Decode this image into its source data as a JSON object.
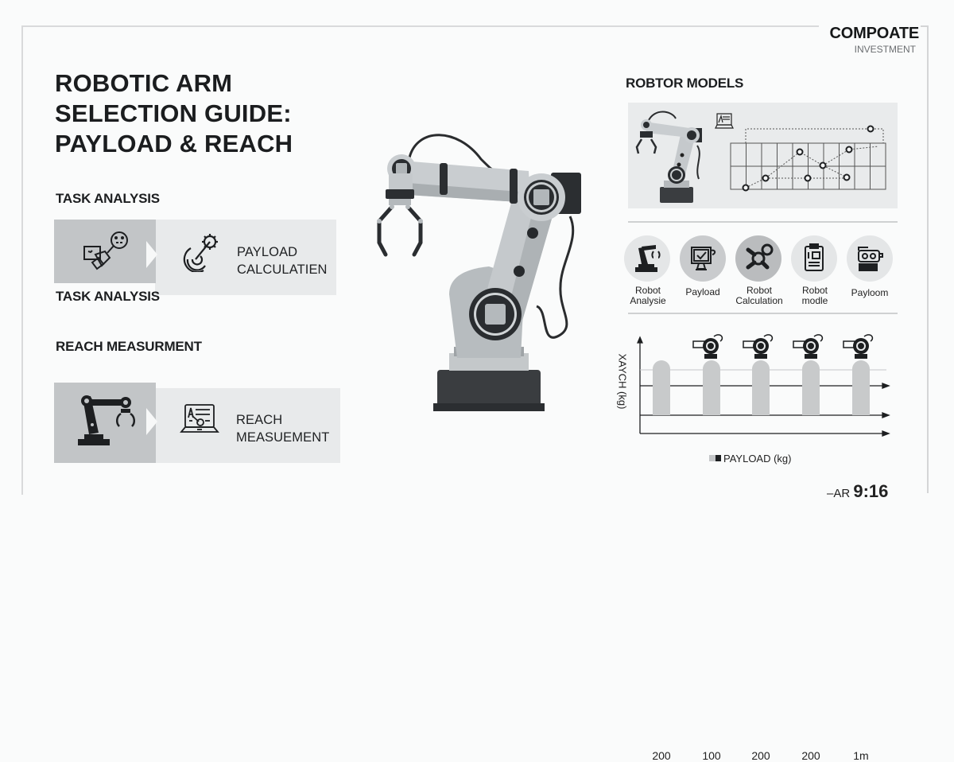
{
  "brand": {
    "name": "COMPOATE",
    "subtitle": "INVESTMENT"
  },
  "title": {
    "line1": "ROBOTIC ARM",
    "line2": "SELECTION GUIDE:",
    "line3": "PAYLOAD & REACH"
  },
  "task_section": {
    "heading": "TASK ANALYSIS",
    "caption": "TASK ANALYSIS",
    "card": {
      "left_icon": "hand-inspect-icon",
      "right_icon": "target-gear-icon",
      "text_line1": "PAYLOAD",
      "text_line2": "CALCULATIEN"
    }
  },
  "reach_section": {
    "heading": "REACH MEASURMENT",
    "card": {
      "left_icon": "robot-arm-icon",
      "right_icon": "laptop-diagram-icon",
      "text_line1": "REACH",
      "text_line2": "MEASUEMENT"
    }
  },
  "models": {
    "heading": "ROBTOR MODELS",
    "icons": [
      {
        "line1": "Robot",
        "line2": "Analysie",
        "icon": "robot-arm-icon",
        "bg": "#e4e6e7"
      },
      {
        "line1": "Payload",
        "line2": "",
        "icon": "monitor-check-icon",
        "bg": "#c9cbcd"
      },
      {
        "line1": "Robot",
        "line2": "Calculation",
        "icon": "molecule-icon",
        "bg": "#babcbe"
      },
      {
        "line1": "Robot",
        "line2": "modle",
        "icon": "clipboard-icon",
        "bg": "#e4e6e7"
      },
      {
        "line1": "Payloom",
        "line2": "",
        "icon": "camera-robot-icon",
        "bg": "#e4e6e7"
      }
    ]
  },
  "chart_data": {
    "type": "bar",
    "title": "",
    "categories": [
      "200",
      "100",
      "200",
      "200",
      "1m"
    ],
    "values": [
      70,
      70,
      70,
      70,
      70
    ],
    "series": [
      {
        "name": "PAYLOAD (kg)",
        "values": [
          70,
          70,
          70,
          70,
          70
        ]
      }
    ],
    "xlabel": "",
    "ylabel": "XAYCH (kg)",
    "legend": [
      "PAYLOAD (kg)"
    ],
    "legend_position": "bottom",
    "robot_icons_above": [
      false,
      true,
      true,
      true,
      true
    ],
    "grid": true
  },
  "footer": {
    "ar_prefix": "–AR",
    "ar_value": "9:16"
  }
}
